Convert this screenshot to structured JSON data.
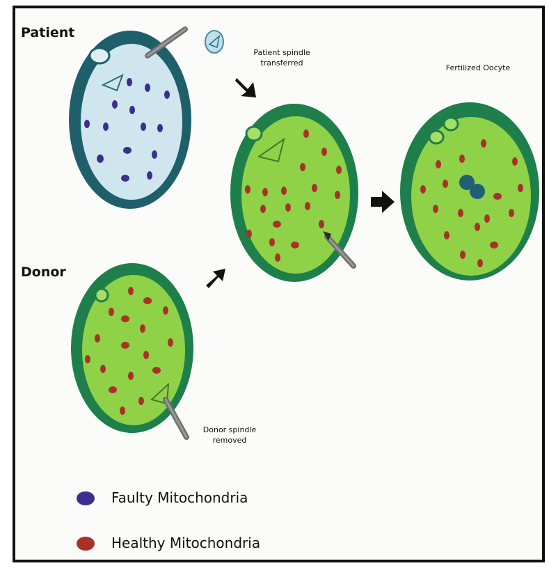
{
  "labels": {
    "patient": "Patient",
    "donor": "Donor",
    "patient_spindle_line1": "Patient spindle",
    "patient_spindle_line2": "transferred",
    "fertilized": "Fertilized Oocyte",
    "donor_spindle_line1": "Donor spindle",
    "donor_spindle_line2": "removed"
  },
  "legend": {
    "faulty": "Faulty Mitochondria",
    "healthy": "Healthy Mitochondria"
  },
  "colors": {
    "outer_shell": "#1e7f4a",
    "patient_shell": "#1f5f6a",
    "patient_cytoplasm": "#cfe6ef",
    "healthy_cytoplasm": "#8fd247",
    "faulty_mito": "#3a2f8f",
    "healthy_mito": "#a8322a",
    "pipette": "#6f6f6f",
    "arrow": "#111111",
    "nucleus": "#1f6076"
  }
}
